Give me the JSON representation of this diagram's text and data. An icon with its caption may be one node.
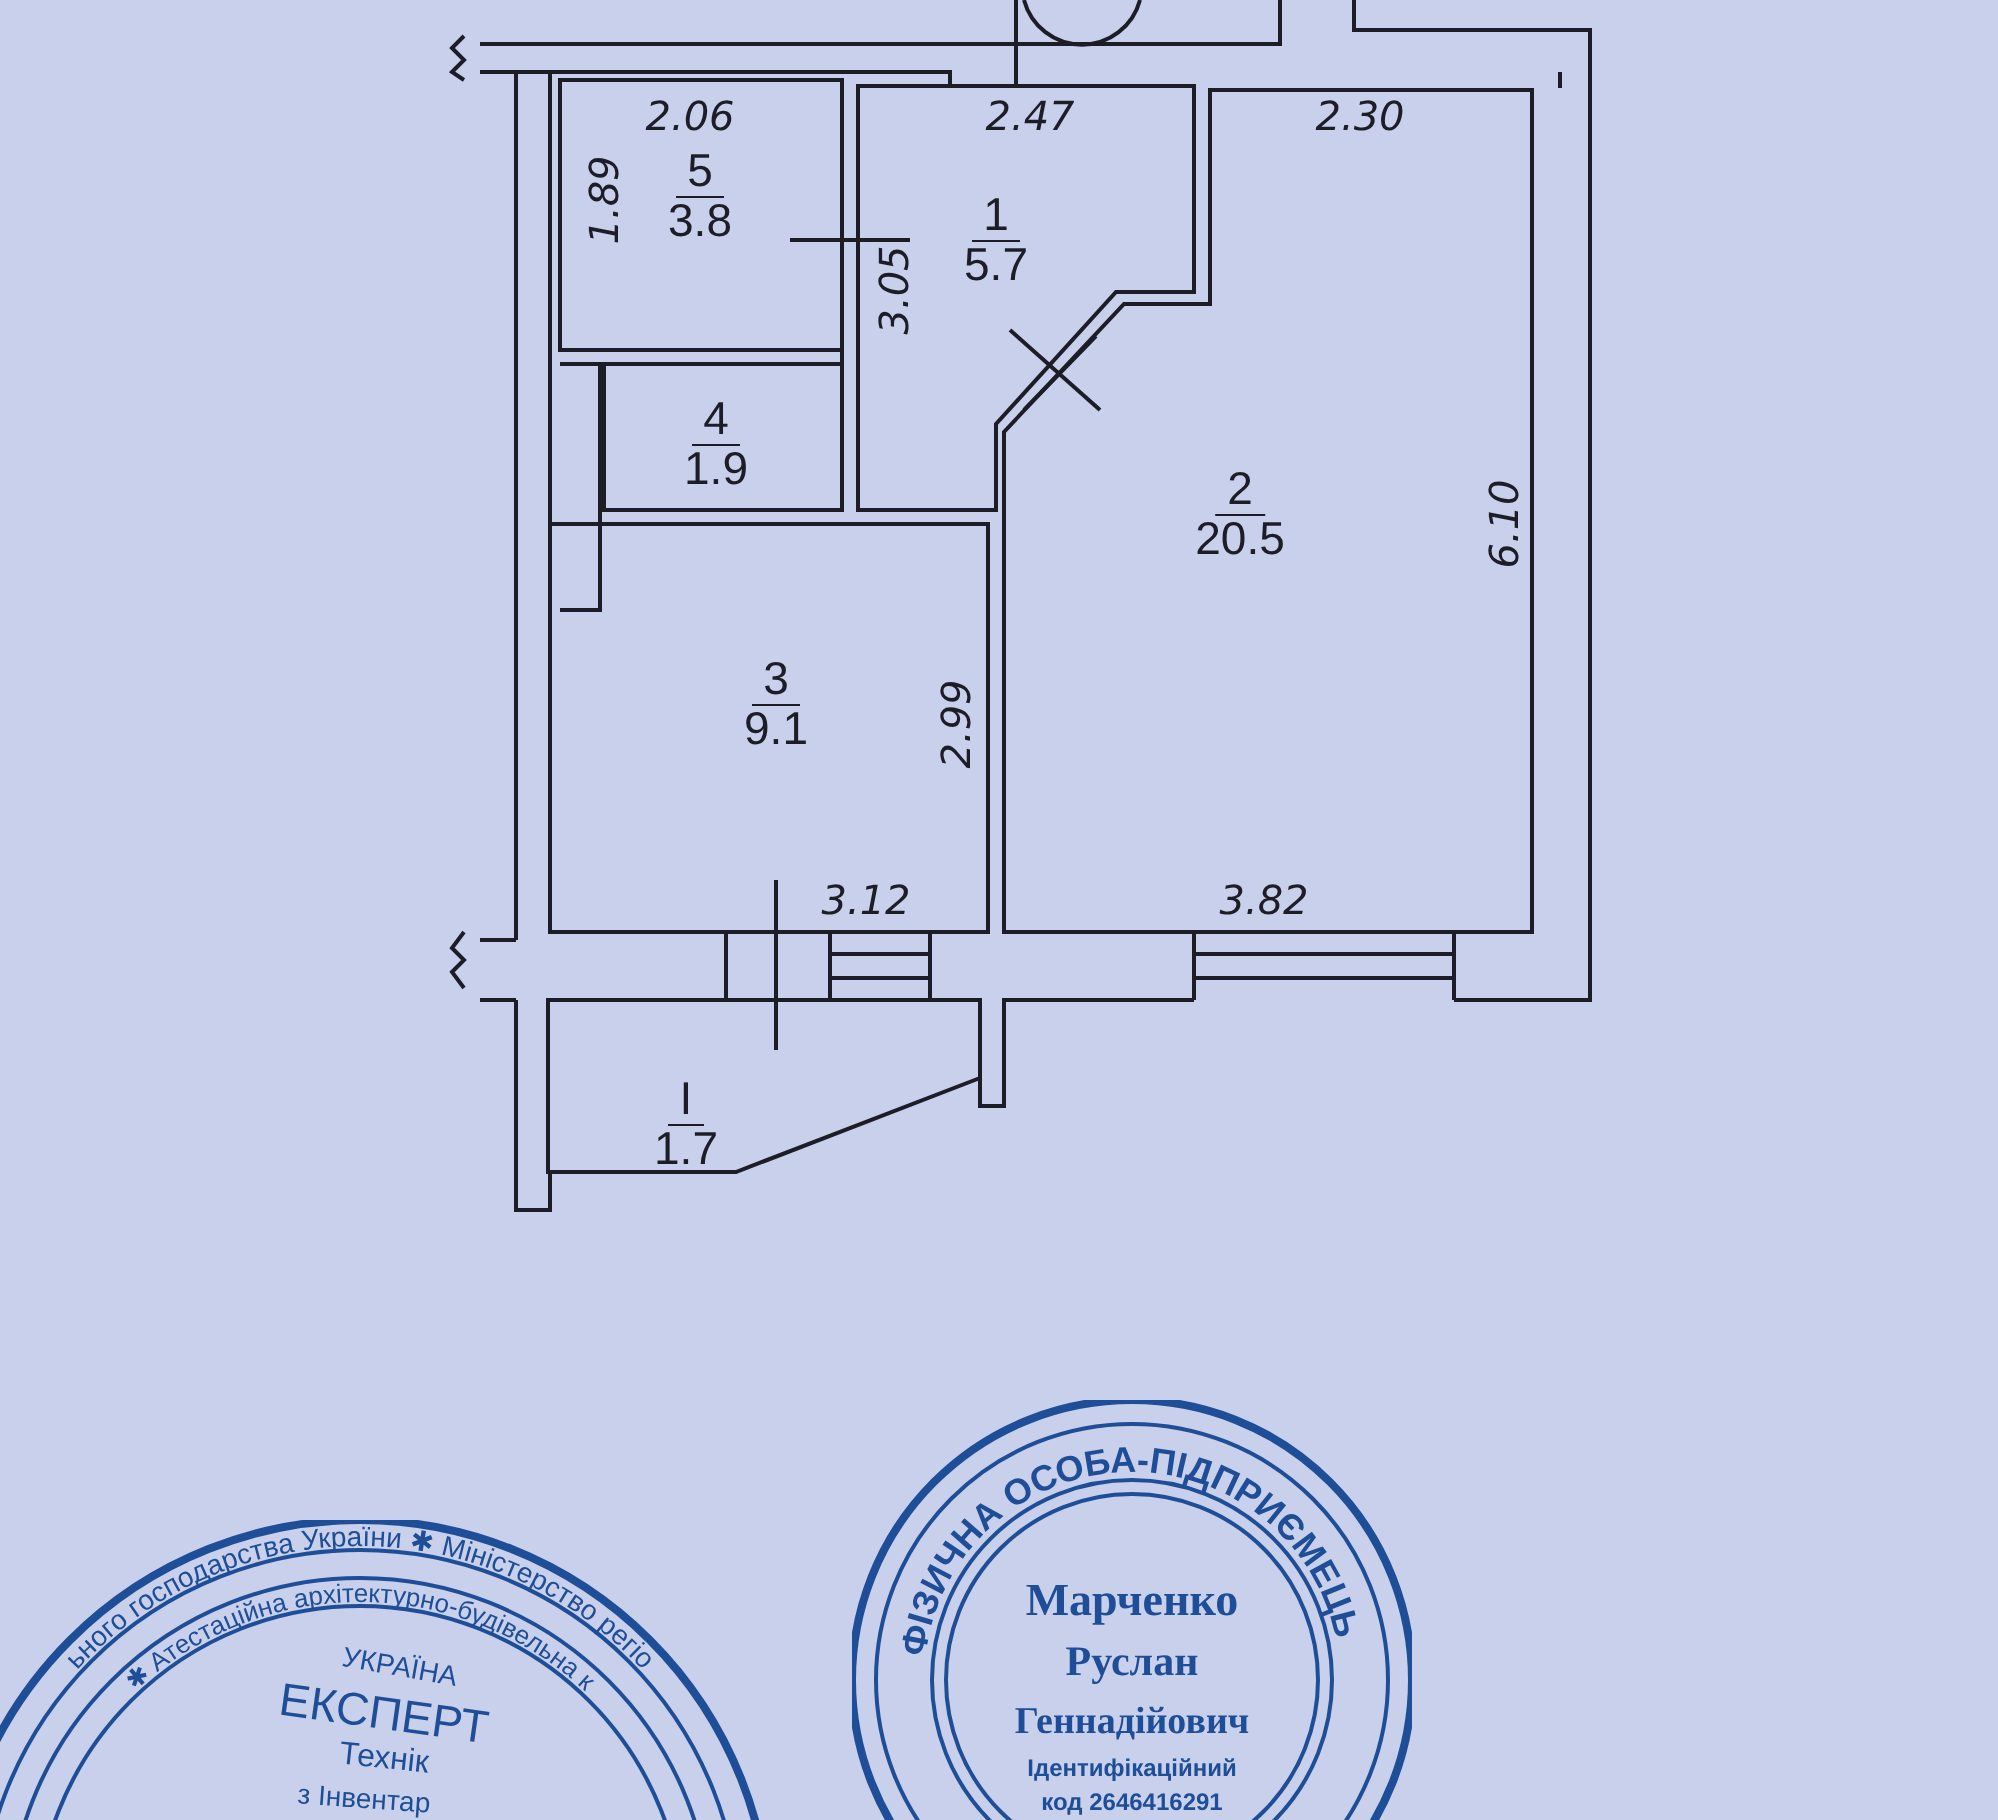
{
  "diagram": {
    "nodes": [
      {
        "text": [
          "5",
          "3.8"
        ]
      },
      {
        "text": [
          "1",
          "5.7"
        ]
      },
      {
        "text": [
          "2",
          "20.5"
        ]
      },
      {
        "text": [
          "4",
          "1.9"
        ]
      },
      {
        "text": [
          "3",
          "9.1"
        ]
      },
      {
        "text": [
          "I",
          "1.7"
        ]
      },
      {
        "text": [
          "ьного господарства України ✱ Міністерство регіо",
          "✱ Атестаційна архітектурно-будівельна к",
          "УКРАЇНА",
          "ЕКСПЕРТ",
          "Технік",
          "з Інвентар"
        ]
      },
      {
        "text": [
          "ФІЗИЧНА ОСОБА-ПІДПРИЄМЕЦЬ",
          "Марченко",
          "Руслан",
          "Геннадійович",
          "Ідентифікаційний",
          "код 2646416291"
        ]
      }
    ],
    "labels": [
      "2.06",
      "2.47",
      "2.30",
      "1.89",
      "3.05",
      "6.10",
      "2.99",
      "3.12",
      "3.82"
    ]
  }
}
